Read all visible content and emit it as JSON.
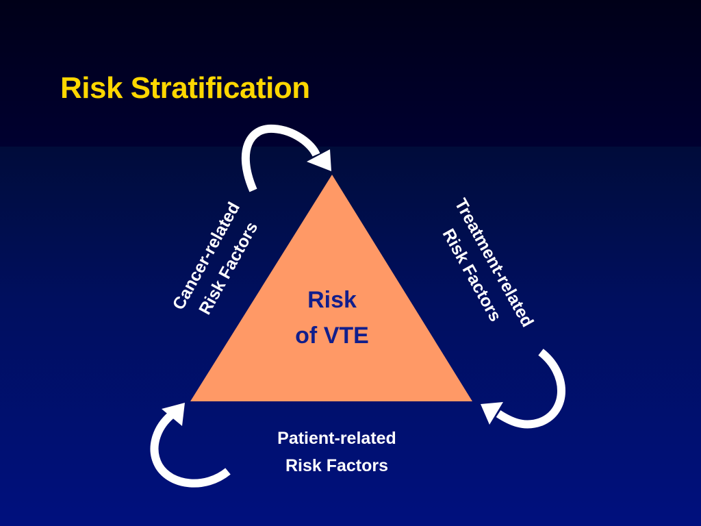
{
  "slide": {
    "title": "Risk Stratification",
    "colors": {
      "title": "#ffd700",
      "background_top": "#000030",
      "background_bottom": "#00107e",
      "triangle_fill": "#ff9966",
      "center_text": "#111e8c",
      "label_text": "#ffffff",
      "arrow": "#ffffff"
    },
    "diagram": {
      "center": {
        "line1": "Risk",
        "line2": "of VTE"
      },
      "labels": {
        "cancer": {
          "line1": "Cancer-related",
          "line2": "Risk Factors"
        },
        "treatment": {
          "line1": "Treatment-related",
          "line2": "Risk Factors"
        },
        "patient": {
          "line1": "Patient-related",
          "line2": "Risk Factors"
        }
      },
      "arrows": [
        {
          "name": "top-curved-arrow",
          "direction": "clockwise"
        },
        {
          "name": "right-curved-arrow",
          "direction": "clockwise"
        },
        {
          "name": "left-curved-arrow",
          "direction": "clockwise"
        }
      ]
    },
    "slide_number": ""
  }
}
